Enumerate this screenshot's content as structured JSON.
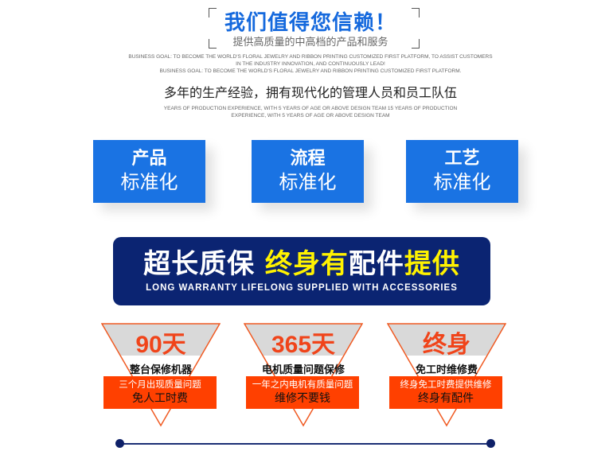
{
  "header": {
    "title": "我们值得您信赖！",
    "subtitle": "提供高质量的中高档的产品和服务",
    "tiny_lines": [
      "BUSINESS GOAL: TO BECOME THE WORLD'S FLORAL JEWELRY AND RIBBON PRINTING CUSTOMIZED FIRST PLATFORM, TO ASSIST CUSTOMERS",
      "IN THE INDUSTRY INNOVATION, AND CONTINUOUSLY LEAD!",
      "BUSINESS GOAL: TO BECOME THE WORLD'S FLORAL JEWELRY AND RIBBON PRINTING CUSTOMIZED FIRST PLATFORM."
    ]
  },
  "slogan": {
    "text": "多年的生产经验，拥有现代化的管理人员和员工队伍",
    "tiny_lines": [
      "YEARS OF PRODUCTION EXPERIENCE, WITH 5 YEARS OF AGE OR ABOVE DESIGN TEAM 15 YEARS OF PRODUCTION",
      "EXPERIENCE, WITH 5 YEARS OF AGE OR ABOVE DESIGN TEAM"
    ]
  },
  "boxes": [
    {
      "a": "产品",
      "b": "标准化"
    },
    {
      "a": "流程",
      "b": "标准化"
    },
    {
      "a": "工艺",
      "b": "标准化"
    }
  ],
  "banner": {
    "white1": "超长质保 ",
    "yellow1": "终身有",
    "white2": "配件",
    "yellow2": "提供",
    "english": "LONG WARRANTY LIFELONG SUPPLIED WITH ACCESSORIES"
  },
  "cards": [
    {
      "days": "90天",
      "title": "整台保修机器",
      "line1": "三个月出现质量问题",
      "line2": "免人工时费"
    },
    {
      "days": "365天",
      "title": "电机质量问题保修",
      "line1": "一年之内电机有质量问题",
      "line2": "维修不要钱"
    },
    {
      "days": "终身",
      "title": "免工时维修费",
      "line1": "终身免工时费提供维修",
      "line2": "终身有配件"
    }
  ],
  "colors": {
    "blue": "#1a73e3",
    "navy": "#0b2472",
    "orange": "#ff4000",
    "yellow": "#fff200"
  }
}
